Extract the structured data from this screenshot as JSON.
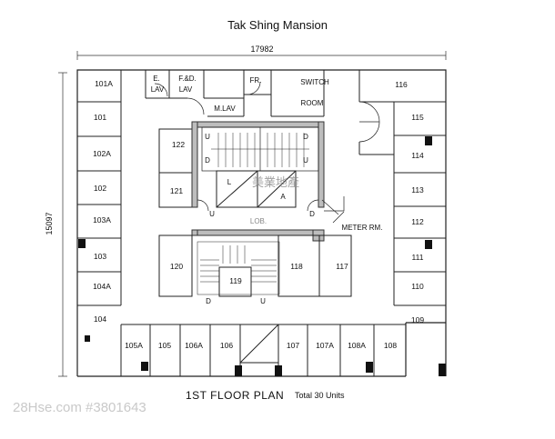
{
  "title": "Tak Shing Mansion",
  "dimensions": {
    "width": "17982",
    "height": "15097"
  },
  "floor_plan_title": "1ST  FLOOR PLAN",
  "units_caption": "Total 30 Units",
  "watermark": "28Hse.com #3801643",
  "stamp": "美業地產",
  "units": {
    "101A": "101A",
    "101": "101",
    "102A": "102A",
    "102": "102",
    "103A": "103A",
    "103": "103",
    "104A": "104A",
    "104": "104",
    "105A": "105A",
    "105": "105",
    "106A": "106A",
    "106": "106",
    "107": "107",
    "107A": "107A",
    "108A": "108A",
    "108": "108",
    "109": "109",
    "110": "110",
    "111": "111",
    "112": "112",
    "113": "113",
    "114": "114",
    "115": "115",
    "116": "116",
    "117": "117",
    "118": "118",
    "119": "119",
    "120": "120",
    "121": "121",
    "122": "122"
  },
  "rooms": {
    "e_lav_1": "E.",
    "e_lav_2": "LAV",
    "fd_lav_1": "F.&D.",
    "fd_lav_2": "LAV",
    "fr": "FR.",
    "switch_1": "SWITCH",
    "switch_2": "ROOM",
    "m_lav": "M.LAV",
    "lob": "LOB.",
    "meter": "METER RM.",
    "lift_l": "L",
    "lift_a": "A"
  },
  "stairs": {
    "up": "U",
    "down": "D"
  }
}
